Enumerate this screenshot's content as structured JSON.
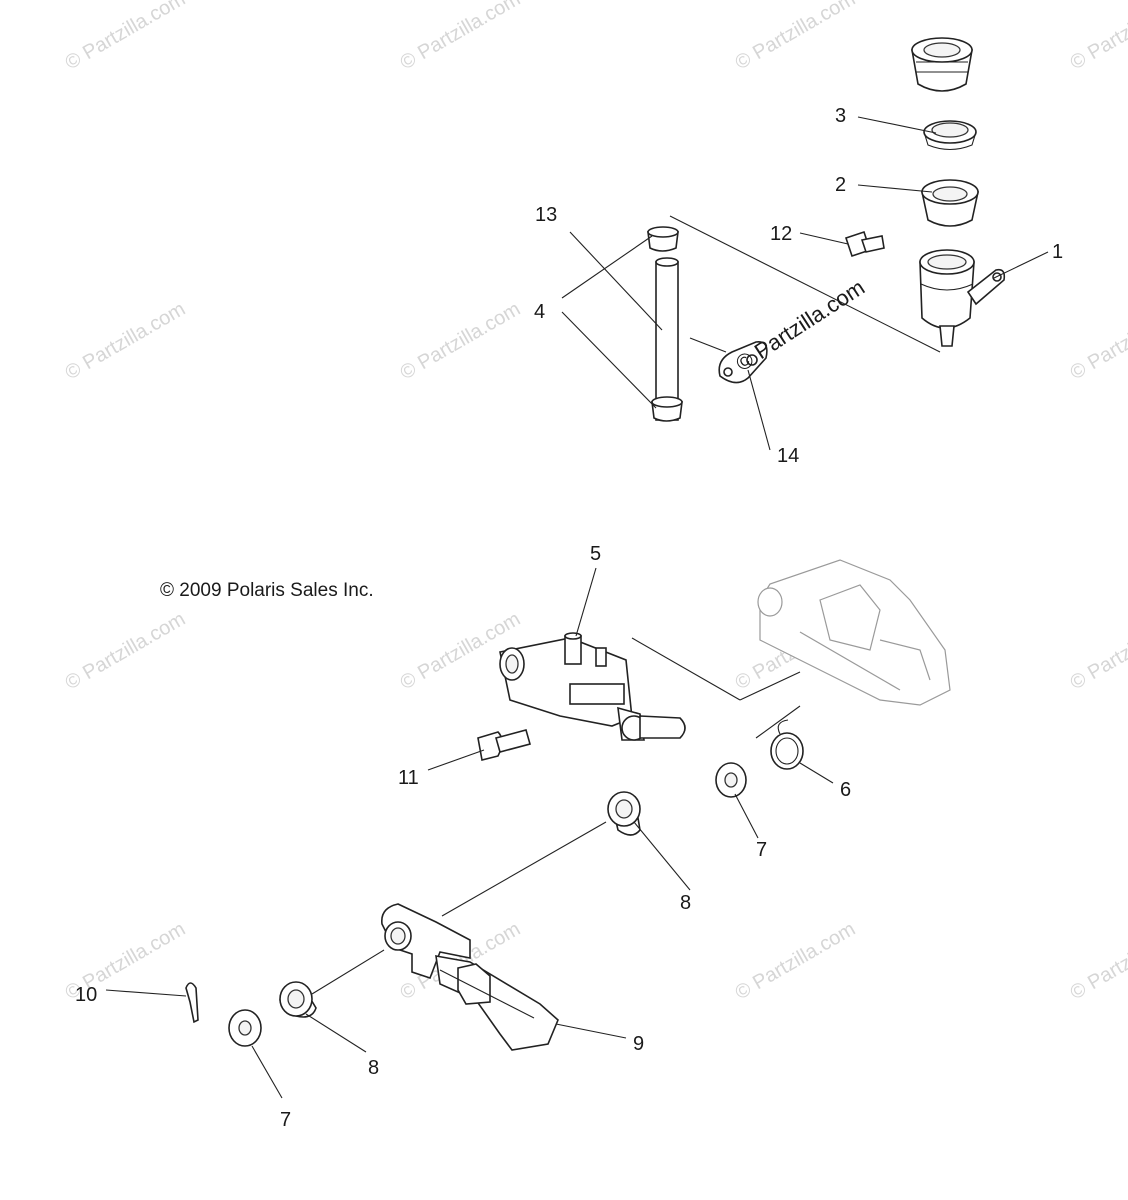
{
  "copyright": "© 2009 Polaris Sales Inc.",
  "center_watermark": "© Partzilla.com",
  "watermark_text": "© Partzilla.com",
  "callouts": [
    "1",
    "2",
    "3",
    "4",
    "5",
    "6",
    "7",
    "7",
    "8",
    "8",
    "9",
    "10",
    "11",
    "12",
    "13",
    "14"
  ],
  "colors": {
    "line": "#222222",
    "watermark": "#d6d6d6",
    "background": "#ffffff"
  }
}
